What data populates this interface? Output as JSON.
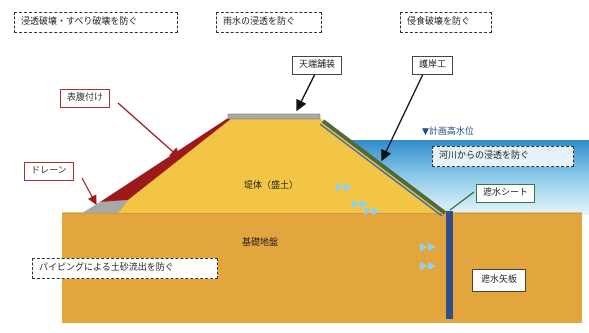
{
  "labels": {
    "seepage_slide": "浸透破壊・すべり破壊を防ぐ",
    "rain_seepage": "雨水の浸透を防ぐ",
    "erosion": "侵食破壊を防ぐ",
    "crown_pavement": "天端舗装",
    "revetment": "護岸工",
    "surface_soil": "表腹付け",
    "flood_level": "▼計画高水位",
    "river_seepage": "河川からの浸透を防ぐ",
    "drain": "ドレーン",
    "embankment": "堤体（盛土）",
    "impermeable_sheet": "遮水シート",
    "foundation": "基礎地盤",
    "piping": "パイピングによる土砂流出を防ぐ",
    "cutoff_wall": "遮水矢板"
  },
  "colors": {
    "foundation": "#e3a63c",
    "embankment": "#f3c545",
    "surface_layer": "#9c1a1a",
    "drain": "#a8a8a8",
    "water": "#bfe3f2",
    "revetment": "#4f6a3a",
    "cutoff_wall": "#2f4f8a",
    "arrow_seepage": "#8fd0ee"
  }
}
